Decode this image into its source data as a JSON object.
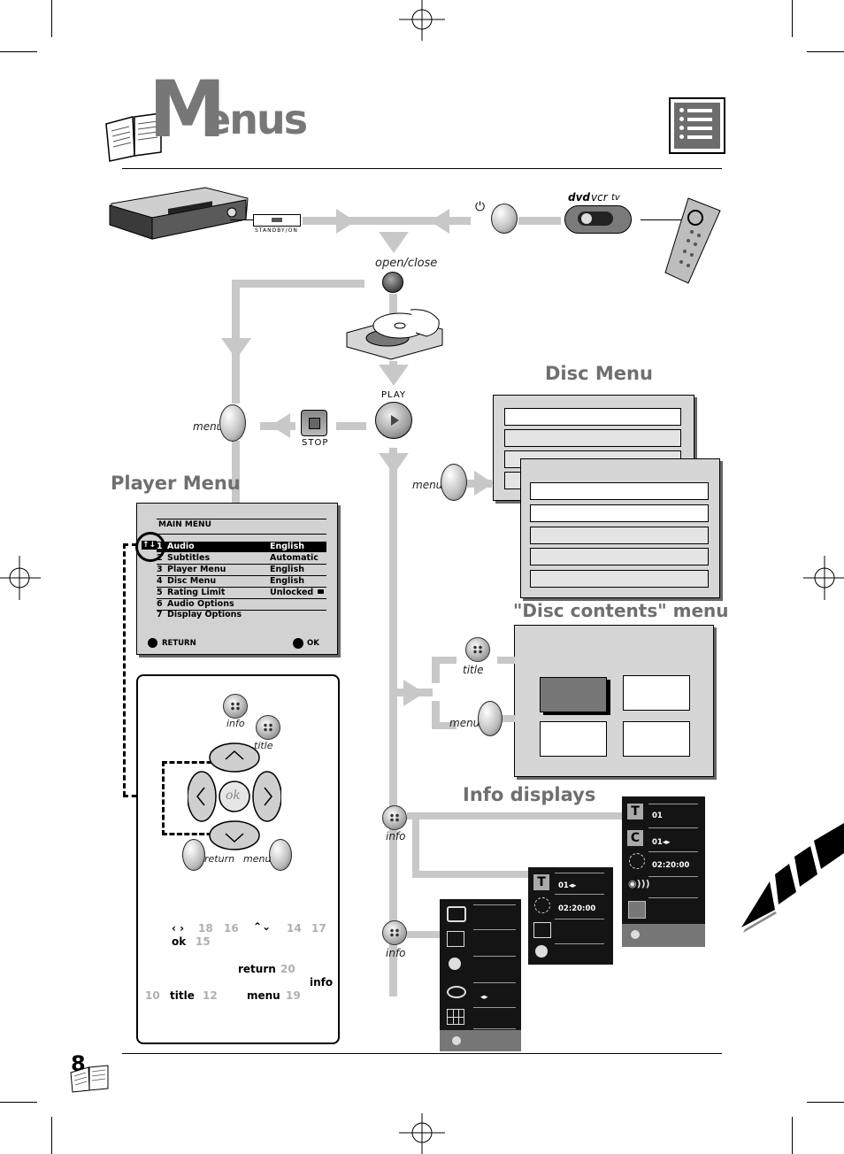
{
  "header": {
    "title_initial": "M",
    "title_rest": "enus",
    "page_number": "8"
  },
  "device": {
    "standby_label": "STANDBY/ON"
  },
  "remote_selector": {
    "labels": [
      "dvd",
      "vcr",
      "tv"
    ]
  },
  "flow_labels": {
    "open_close": "open/close",
    "play": "PLAY",
    "stop": "STOP",
    "menu": "menu",
    "title": "title",
    "info": "info"
  },
  "sections": {
    "disc_menu": "Disc Menu",
    "player_menu": "Player Menu",
    "disc_contents": "\"Disc contents\" menu",
    "info_displays": "Info displays"
  },
  "player_menu": {
    "heading": "MAIN MENU",
    "nav_icon": "↑↓",
    "rows": [
      {
        "num": "1",
        "label": "Audio",
        "value": "English",
        "selected": true
      },
      {
        "num": "2",
        "label": "Subtitles",
        "value": "Automatic"
      },
      {
        "num": "3",
        "label": "Player Menu",
        "value": "English"
      },
      {
        "num": "4",
        "label": "Disc Menu",
        "value": "English"
      },
      {
        "num": "5",
        "label": "Rating Limit",
        "value": "Unlocked"
      },
      {
        "num": "6",
        "label": "Audio Options",
        "value": ""
      },
      {
        "num": "7",
        "label": "Display Options",
        "value": ""
      }
    ],
    "return_label": "RETURN",
    "ok_label": "OK"
  },
  "remote_pad": {
    "info": "info",
    "title": "title",
    "ok": "ok",
    "return": "return",
    "menu": "menu"
  },
  "legend": {
    "arrows_lr": "‹ ›",
    "n18": "18",
    "n16": "16",
    "arrows_ud": "⌃⌄",
    "n14": "14",
    "n17": "17",
    "ok": "ok",
    "n15": "15",
    "return": "return",
    "n20": "20",
    "info": "info",
    "n10": "10",
    "title": "title",
    "n12": "12",
    "menu": "menu",
    "n19": "19"
  },
  "info_panels": {
    "large": {
      "t": "01",
      "c": "01◂▸",
      "time": "02:20:00"
    },
    "medium": {
      "t": "01◂▸",
      "time": "02:20:00"
    },
    "small": {
      "arrows": "◂▸"
    }
  },
  "colors": {
    "flow": "#c8c8c8",
    "heading": "#6f6f6f",
    "panel": "#141414"
  }
}
